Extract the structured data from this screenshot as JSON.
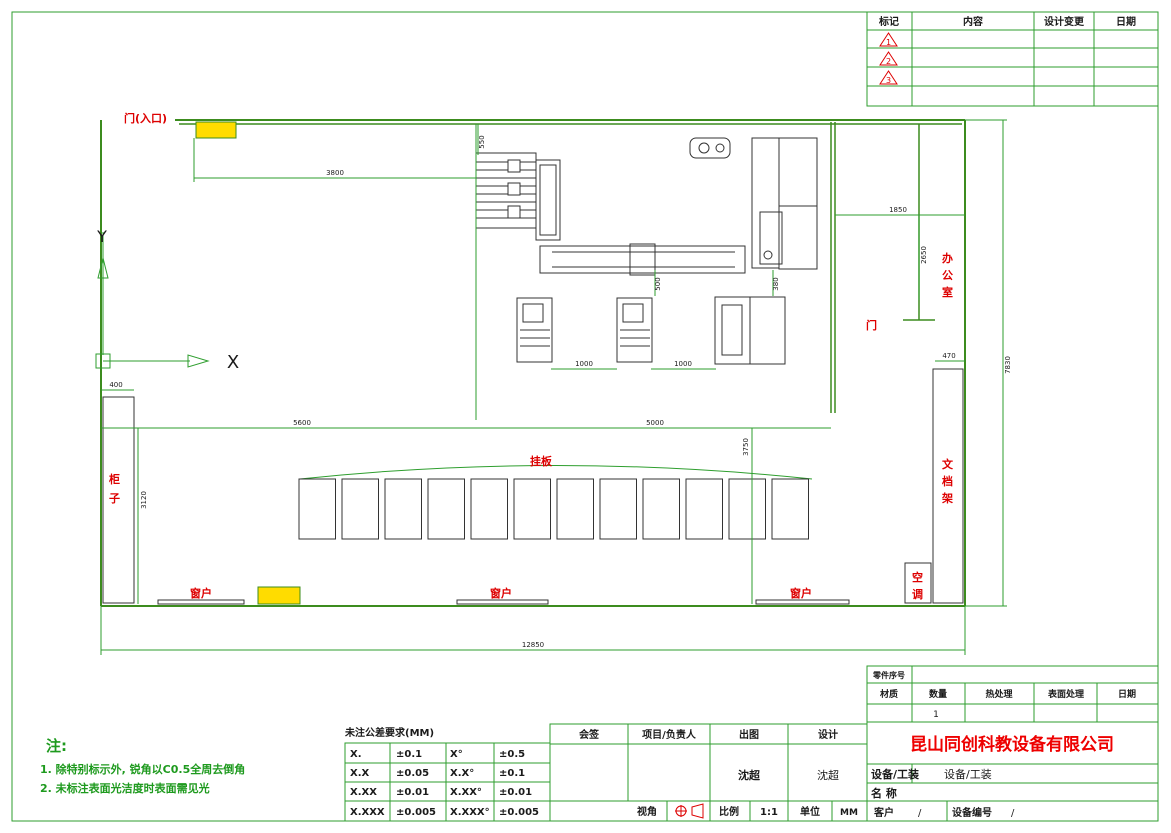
{
  "revision_table": {
    "headers": [
      "标记",
      "内容",
      "设计变更",
      "日期"
    ],
    "rows": [
      "1",
      "2",
      "3"
    ]
  },
  "room_labels": {
    "door_entrance": "门(入口)",
    "office": [
      "办",
      "公",
      "室"
    ],
    "door": "门",
    "cabinet": [
      "柜",
      "子"
    ],
    "display_board": "挂板",
    "file_rack": [
      "文",
      "档",
      "架"
    ],
    "ac": [
      "空",
      "调"
    ],
    "windows": [
      "窗户",
      "窗户",
      "窗户"
    ]
  },
  "axis": {
    "y": "Y",
    "x": "X"
  },
  "dimensions": {
    "d3800": "3800",
    "d550": "550",
    "d500": "500",
    "d380": "380",
    "d1850": "1850",
    "d2650": "2650",
    "d7830": "7830",
    "d470": "470",
    "d400": "400",
    "d1000a": "1000",
    "d1000b": "1000",
    "d5600": "5600",
    "d5000": "5000",
    "d3750": "3750",
    "d3120": "3120",
    "d12850": "12850"
  },
  "notes": {
    "title": "注:",
    "lines": [
      "1. 除特别标示外, 锐角以C0.5全周去倒角",
      "2. 未标注表面光洁度时表面需见光"
    ]
  },
  "tolerance": {
    "title": "未注公差要求(MM)",
    "rows": [
      [
        "X.",
        "±0.1",
        "X°",
        "±0.5"
      ],
      [
        "X.X",
        "±0.05",
        "X.X°",
        "±0.1"
      ],
      [
        "X.XX",
        "±0.01",
        "X.XX°",
        "±0.01"
      ],
      [
        "X.XXX",
        "±0.005",
        "X.XXX°",
        "±0.005"
      ]
    ]
  },
  "signoff": {
    "headers": [
      "会签",
      "项目/负责人",
      "出图",
      "设计"
    ],
    "drawn_by": "沈超",
    "designer": "沈超",
    "view_label": "视角",
    "scale_label": "比例",
    "scale_value": "1:1",
    "unit_label": "单位",
    "unit_value": "MM"
  },
  "title_block": {
    "part_no_label": "零件序号",
    "headers": [
      "材质",
      "数量",
      "热处理",
      "表面处理",
      "日期"
    ],
    "quantity": "1",
    "company": "昆山同创科教设备有限公司",
    "equip_label": "设备/工装",
    "equip_value": "设备/工装",
    "name_label": "名  称",
    "customer_label": "客户",
    "customer_value": "/",
    "equip_no_label": "设备编号",
    "equip_no_value": "/"
  },
  "colors": {
    "line": "#2e9e2e",
    "wall": "#3c8c1e",
    "label": "#dd0000",
    "equipment": "#333333",
    "door_block": "#ffdc00",
    "company": "#ee0000",
    "notes": "#1e9a1e"
  }
}
